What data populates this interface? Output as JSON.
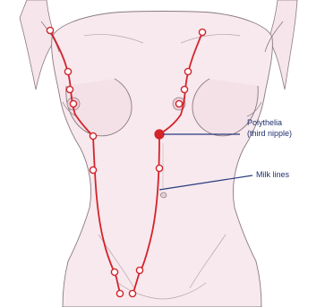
{
  "labels": {
    "polythelia_line1": "Polythelia",
    "polythelia_line2": "(third nipple)",
    "milk_lines": "Milk lines"
  },
  "colors": {
    "milk_line": "#d3242b",
    "pointer": "#2a3a7e",
    "label_text": "#20306e",
    "skin": "#f7e9ee",
    "outline": "#8a7b80"
  }
}
